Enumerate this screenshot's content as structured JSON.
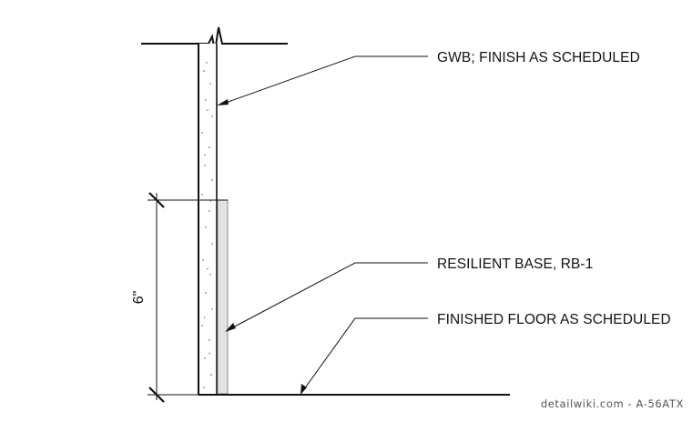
{
  "callouts": {
    "gwb": "GWB; FINISH AS SCHEDULED",
    "base": "RESILIENT BASE, RB-1",
    "floor": "FINISHED FLOOR AS SCHEDULED"
  },
  "dimension": {
    "label": "6\""
  },
  "watermark": "detailwiki.com - A-56ATX",
  "colors": {
    "line": "#111111",
    "base_fill": "#e2e2e2"
  }
}
